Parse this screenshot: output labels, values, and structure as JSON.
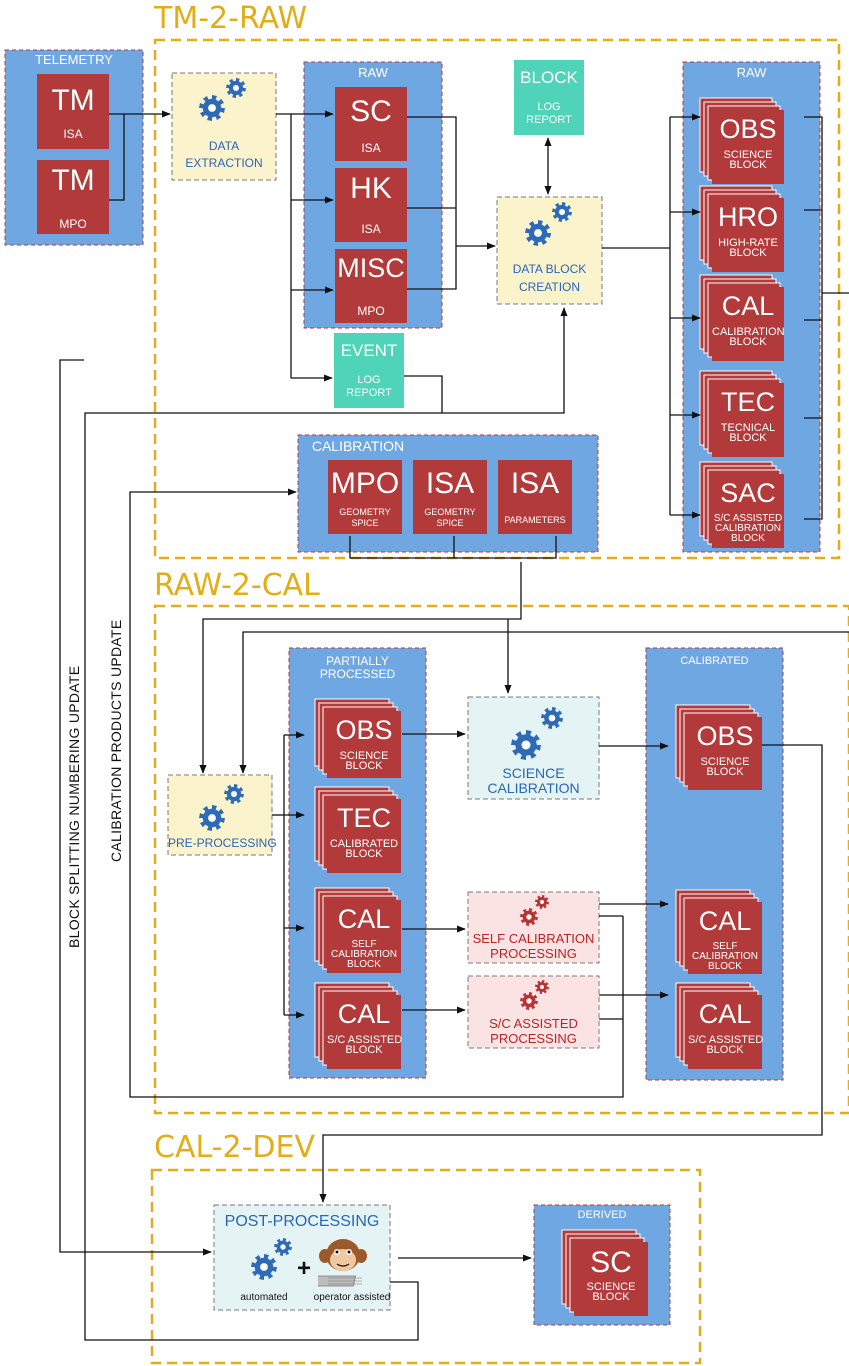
{
  "sections": {
    "tm2raw": "TM-2-RAW",
    "raw2cal": "RAW-2-CAL",
    "cal2dev": "CAL-2-DEV"
  },
  "telemetry": {
    "title": "TELEMETRY",
    "items": [
      {
        "big": "TM",
        "small": "ISA"
      },
      {
        "big": "TM",
        "small": "MPO"
      }
    ]
  },
  "data_extraction": [
    "DATA",
    "EXTRACTION"
  ],
  "raw_left": {
    "title": "RAW",
    "items": [
      {
        "big": "SC",
        "small": "ISA"
      },
      {
        "big": "HK",
        "small": "ISA"
      },
      {
        "big": "MISC",
        "small": "MPO"
      }
    ]
  },
  "event_log": {
    "big": "EVENT",
    "small": [
      "LOG",
      "REPORT"
    ]
  },
  "block_log": {
    "big": "BLOCK",
    "small": [
      "LOG",
      "REPORT"
    ]
  },
  "data_block_creation": [
    "DATA BLOCK",
    "CREATION"
  ],
  "raw_right": {
    "title": "RAW",
    "items": [
      {
        "big": "OBS",
        "small": [
          "SCIENCE",
          "BLOCK"
        ]
      },
      {
        "big": "HRO",
        "small": [
          "HIGH-RATE",
          "BLOCK"
        ]
      },
      {
        "big": "CAL",
        "small": [
          "CALIBRATION",
          "BLOCK"
        ]
      },
      {
        "big": "TEC",
        "small": [
          "TECNICAL",
          "BLOCK"
        ]
      },
      {
        "big": "SAC",
        "small": [
          "S/C ASSISTED",
          "CALIBRATION",
          "BLOCK"
        ]
      }
    ]
  },
  "calibration": {
    "title": "CALIBRATION",
    "items": [
      {
        "big": "MPO",
        "small": [
          "GEOMETRY",
          "SPICE"
        ]
      },
      {
        "big": "ISA",
        "small": [
          "GEOMETRY",
          "SPICE"
        ]
      },
      {
        "big": "ISA",
        "small": [
          "PARAMETERS"
        ]
      }
    ]
  },
  "partially_processed": {
    "title": [
      "PARTIALLY",
      "PROCESSED"
    ],
    "items": [
      {
        "big": "OBS",
        "small": [
          "SCIENCE",
          "BLOCK"
        ]
      },
      {
        "big": "TEC",
        "small": [
          "CALIBRATED",
          "BLOCK"
        ]
      },
      {
        "big": "CAL",
        "small": [
          "SELF",
          "CALIBRATION",
          "BLOCK"
        ]
      },
      {
        "big": "CAL",
        "small": [
          "S/C ASSISTED",
          "BLOCK"
        ]
      }
    ]
  },
  "pre_processing": "PRE-PROCESSING",
  "science_calibration": [
    "SCIENCE",
    "CALIBRATION"
  ],
  "self_calibration": [
    "SELF CALIBRATION",
    "PROCESSING"
  ],
  "sc_assisted": [
    "S/C ASSISTED",
    "PROCESSING"
  ],
  "calibrated": {
    "title": "CALIBRATED",
    "items": [
      {
        "big": "OBS",
        "small": [
          "SCIENCE",
          "BLOCK"
        ]
      },
      {
        "big": "CAL",
        "small": [
          "SELF",
          "CALIBRATION",
          "BLOCK"
        ]
      },
      {
        "big": "CAL",
        "small": [
          "S/C ASSISTED",
          "BLOCK"
        ]
      }
    ]
  },
  "post_processing": {
    "title": "POST-PROCESSING",
    "automated": "automated",
    "plus": "+",
    "operator": "operator assisted"
  },
  "derived": {
    "title": "DERIVED",
    "items": [
      {
        "big": "SC",
        "small": [
          "SCIENCE",
          "BLOCK"
        ]
      }
    ]
  },
  "side_labels": {
    "block_splitting": "BLOCK SPLITTING NUMBERING UPDATE",
    "cal_products": "CALIBRATION PRODUCTS UPDATE"
  },
  "colors": {
    "section_border": "#e2ae17",
    "container_blue": "#6fa7e2",
    "item_red": "#b23a3a",
    "process_yellow": "#fbf3cc",
    "process_lightblue": "#e4f3f4",
    "process_pink": "#fbe3e3",
    "teal": "#4fd3b9",
    "gear_blue": "#2e6ab8",
    "gear_red": "#b83333"
  }
}
